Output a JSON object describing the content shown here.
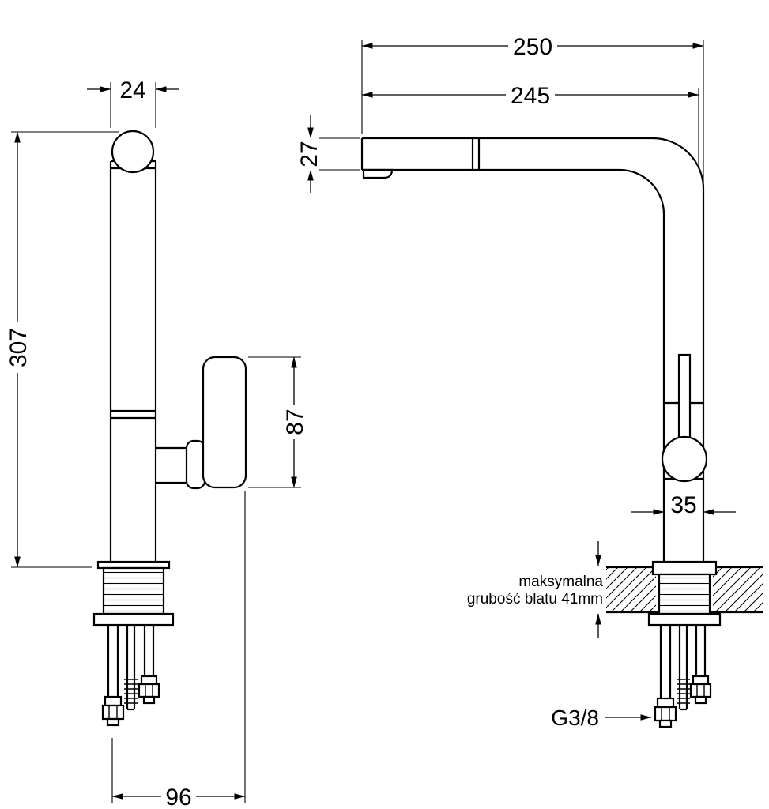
{
  "dimensions": {
    "spout_reach_total": "250",
    "spout_reach": "245",
    "pipe_diameter": "24",
    "spout_height": "27",
    "total_height": "307",
    "handle_length": "87",
    "body_diameter": "35",
    "base_reach": "96"
  },
  "annotations": {
    "countertop_note_line1": "maksymalna",
    "countertop_note_line2": "grubość blatu 41mm",
    "thread_size": "G3/8"
  }
}
